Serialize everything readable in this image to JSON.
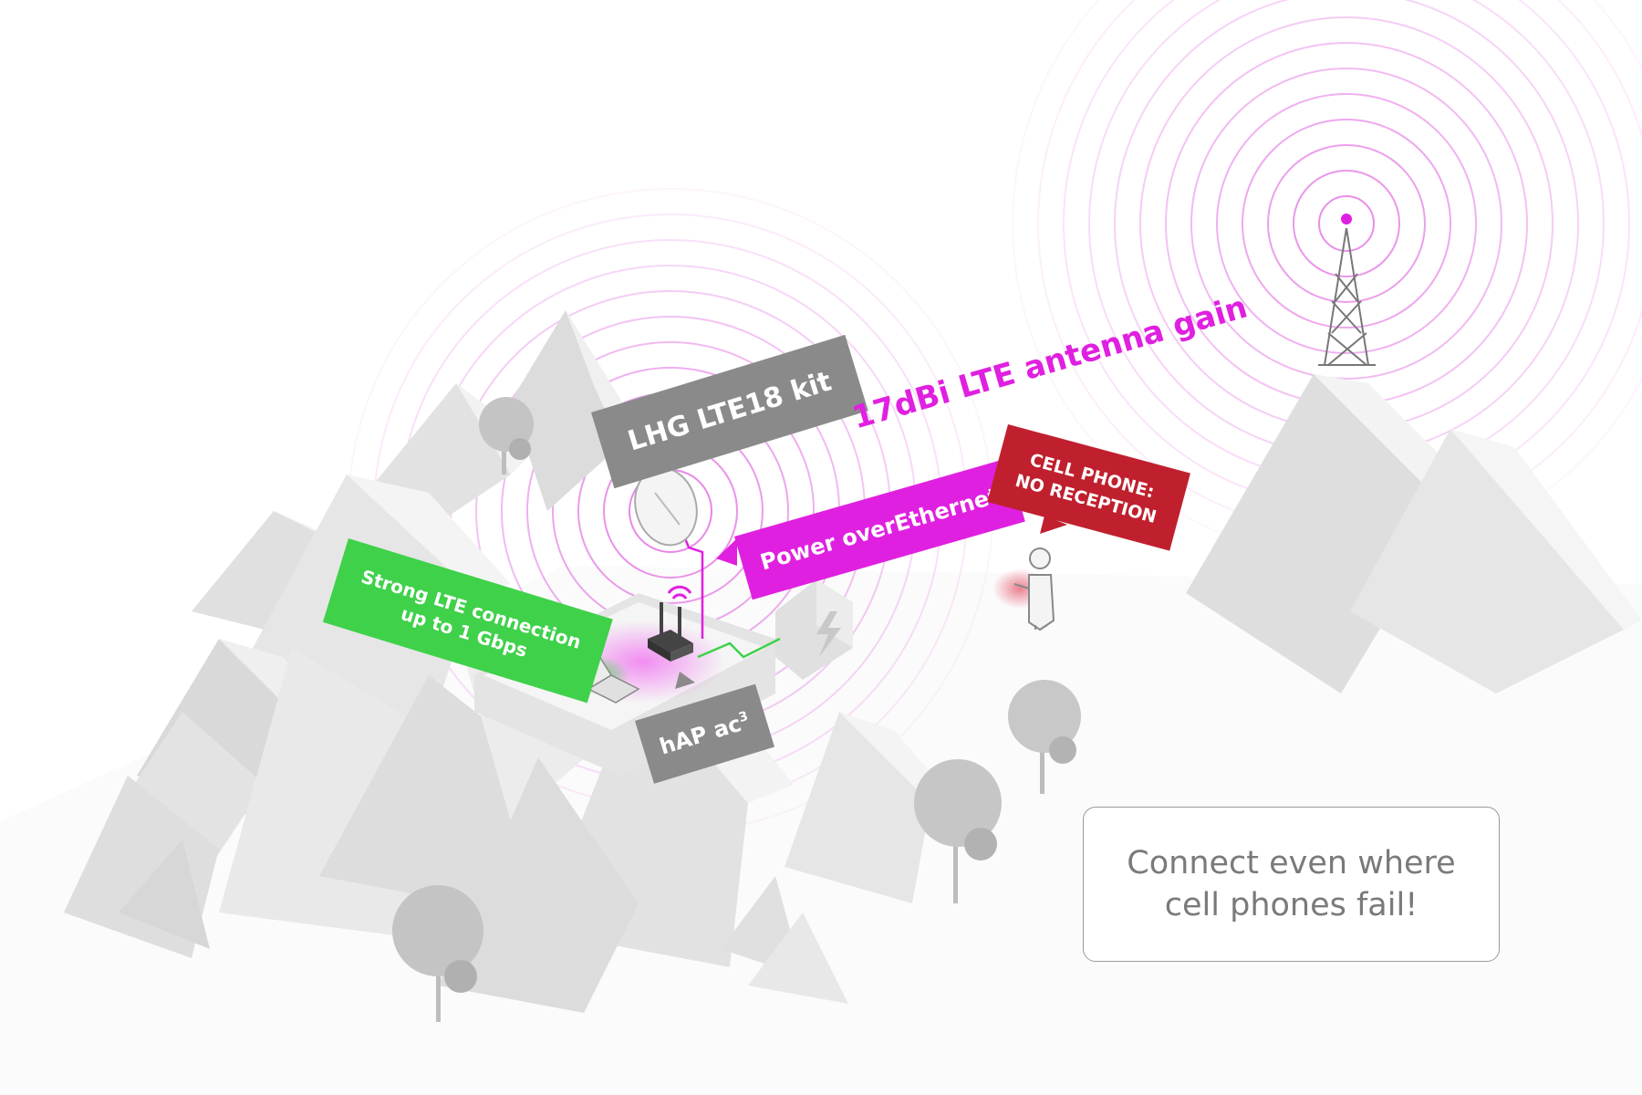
{
  "labels": {
    "kit": "LHG LTE18 kit",
    "gain": "17dBi LTE antenna gain",
    "poe": "Power overEthernet",
    "strong_line1": "Strong LTE connection",
    "strong_line2": "up to 1 Gbps",
    "hap_main": "hAP ac",
    "hap_sup": "3",
    "cell_line1": "CELL PHONE:",
    "cell_line2": "NO RECEPTION"
  },
  "callout": {
    "line1": "Connect even where",
    "line2": "cell phones fail!"
  },
  "colors": {
    "accent_magenta": "#e020e0",
    "accent_green": "#3fd14a",
    "accent_red": "#c0202e",
    "label_gray": "#8a8a8a"
  }
}
